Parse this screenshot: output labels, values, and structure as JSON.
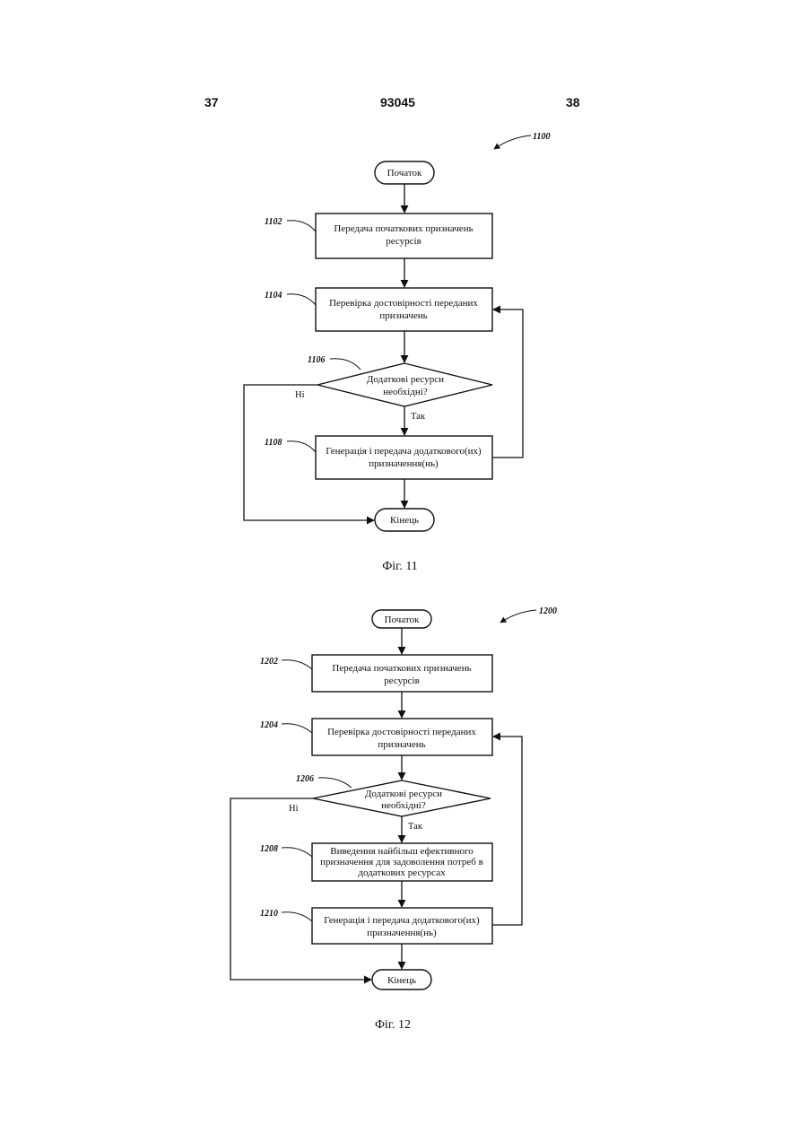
{
  "header": {
    "page_left": "37",
    "doc_number": "93045",
    "page_right": "38"
  },
  "fig11": {
    "ref": "1100",
    "start": "Початок",
    "n1102": {
      "ref": "1102",
      "lines": [
        "Передача початкових призначень",
        "ресурсів"
      ]
    },
    "n1104": {
      "ref": "1104",
      "lines": [
        "Перевірка достовірності переданих",
        "призначень"
      ]
    },
    "n1106": {
      "ref": "1106",
      "lines": [
        "Додаткові ресурси",
        "необхідні?"
      ]
    },
    "n1108": {
      "ref": "1108",
      "lines": [
        "Генерація і передача додаткового(их)",
        "призначення(нь)"
      ]
    },
    "end": "Кінець",
    "no": "Ні",
    "yes": "Так",
    "caption": "Фіг. 11"
  },
  "fig12": {
    "ref": "1200",
    "start": "Початок",
    "n1202": {
      "ref": "1202",
      "lines": [
        "Передача початкових призначень",
        "ресурсів"
      ]
    },
    "n1204": {
      "ref": "1204",
      "lines": [
        "Перевірка достовірності переданих",
        "призначень"
      ]
    },
    "n1206": {
      "ref": "1206",
      "lines": [
        "Додаткові ресурси",
        "необхідні?"
      ]
    },
    "n1208": {
      "ref": "1208",
      "lines": [
        "Виведення найбільш ефективного",
        "призначення для задоволення потреб в",
        "додаткових ресурсах"
      ]
    },
    "n1210": {
      "ref": "1210",
      "lines": [
        "Генерація і передача додаткового(их)",
        "призначення(нь)"
      ]
    },
    "end": "Кінець",
    "no": "Ні",
    "yes": "Так",
    "caption": "Фіг. 12"
  }
}
